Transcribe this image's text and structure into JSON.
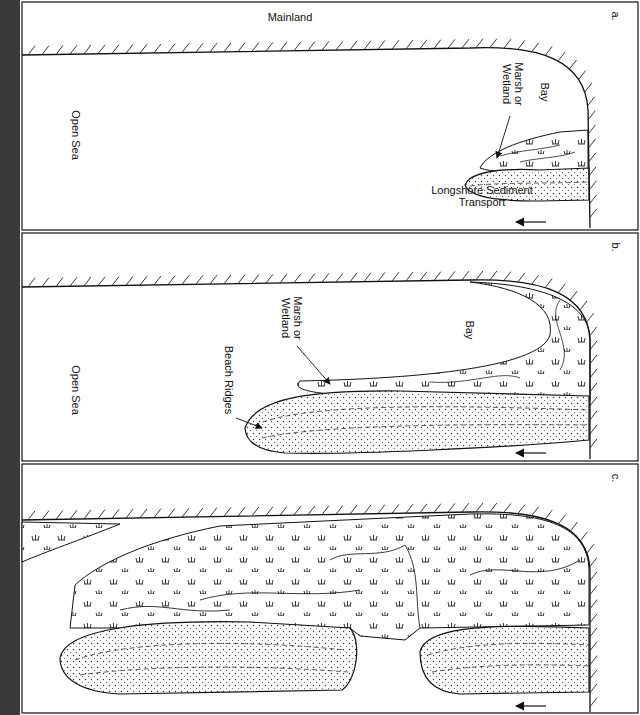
{
  "diagram": {
    "labels": [
      "Mainland",
      "a.",
      "Marsh or Wetland",
      "Bay",
      "Open Sea",
      "Longshore Sediment Transport",
      "b.",
      "Bay",
      "Marsh or Wetland",
      "Beach Ridges",
      "Open Sea",
      "c."
    ]
  }
}
